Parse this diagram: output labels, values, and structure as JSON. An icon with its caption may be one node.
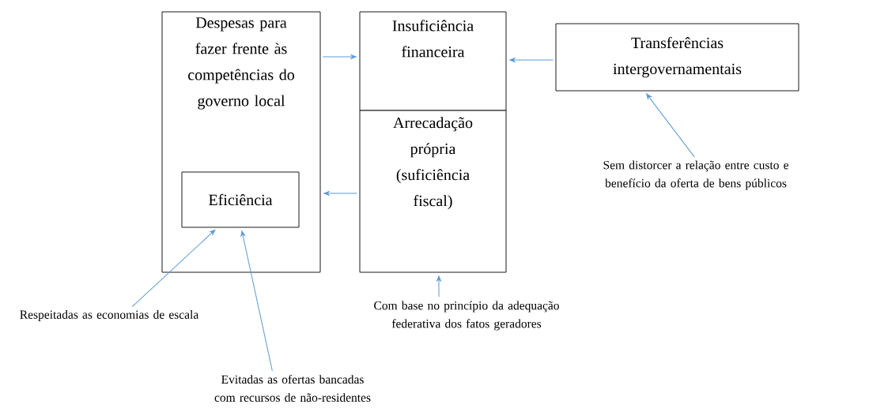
{
  "diagram": {
    "nodes": [
      {
        "text": [
          "Despesas para fazer frente às competências do governo local"
        ]
      },
      {
        "text": [
          "Eficiência"
        ],
        "in": 0
      },
      {
        "text": [
          "Insuficiência financeira"
        ]
      },
      {
        "text": [
          "Arrecadação própria (suficiência fiscal)"
        ]
      },
      {
        "text": [
          "Transferências intergovernamentais"
        ]
      },
      {
        "text": [
          "Sem distorcer a relação entre custo e benefício da oferta de bens públicos"
        ]
      },
      {
        "text": [
          "Respeitadas as economias de escala"
        ]
      },
      {
        "text": [
          "Evitadas as ofertas bancadas com recursos de não-residentes"
        ]
      },
      {
        "text": [
          "Com base no princípio da adequação federativa dos fatos geradores"
        ]
      }
    ],
    "edges": [
      {
        "from": 0,
        "to": 2,
        "arrow": "to"
      },
      {
        "from": 4,
        "to": 2,
        "arrow": "to"
      },
      {
        "from": 3,
        "to": 0,
        "arrow": "to"
      },
      {
        "from": 5,
        "to": 4,
        "arrow": "to"
      },
      {
        "from": 6,
        "to": 1,
        "arrow": "to"
      },
      {
        "from": 7,
        "to": 1,
        "arrow": "to"
      },
      {
        "from": 8,
        "to": 3,
        "arrow": "to"
      }
    ]
  }
}
